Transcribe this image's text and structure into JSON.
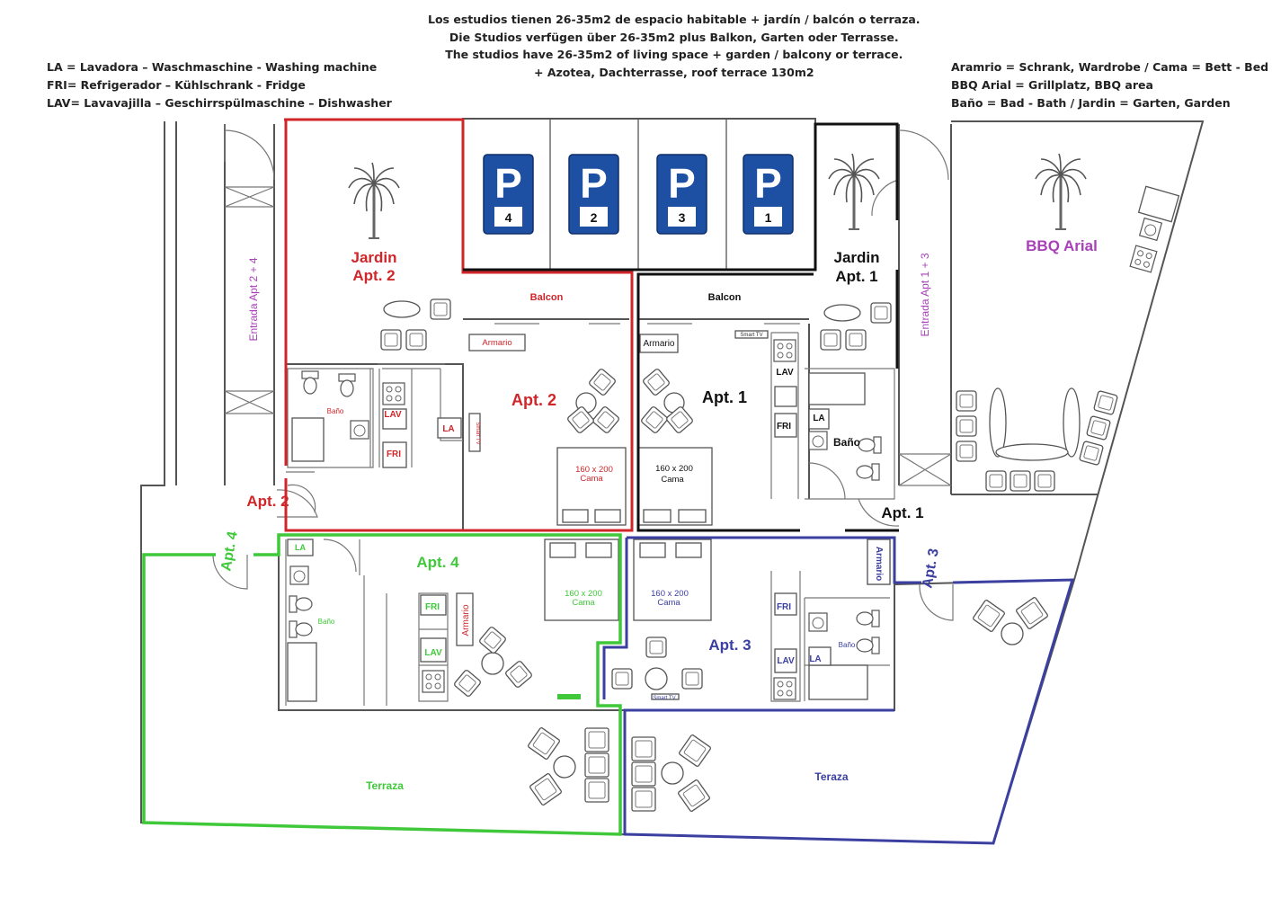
{
  "header": {
    "center": [
      "Los estudios tienen 26-35m2 de espacio habitable + jardín / balcón o terraza.",
      "Die Studios verfügen über 26-35m2 plus Balkon, Garten oder Terrasse.",
      "The studios have 26-35m2 of living space + garden / balcony or terrace.",
      "+ Azotea, Dachterrasse, roof terrace 130m2"
    ],
    "left": [
      "LA = Lavadora – Waschmaschine - Washing machine",
      "FRI= Refrigerador – Kühlschrank - Fridge",
      "LAV= Lavavajilla – Geschirrspülmaschine – Dishwasher"
    ],
    "right": [
      "Aramrio = Schrank, Wardrobe / Cama = Bett - Bed",
      "BBQ Arial = Grillplatz, BBQ area",
      "Baño = Bad - Bath / Jardin = Garten, Garden"
    ]
  },
  "colors": {
    "apt2": "#d0262a",
    "apt1": "#111111",
    "apt4": "#3fc93a",
    "apt3": "#3a3fa0",
    "bbq": "#a840b8",
    "entrance": "#a840b8",
    "parking": "#1d4fa3"
  },
  "parking": [
    {
      "letter": "P",
      "number": "4"
    },
    {
      "letter": "P",
      "number": "2"
    },
    {
      "letter": "P",
      "number": "3"
    },
    {
      "letter": "P",
      "number": "1"
    }
  ],
  "labels": {
    "jardin2_l1": "Jardin",
    "jardin2_l2": "Apt. 2",
    "jardin1_l1": "Jardin",
    "jardin1_l2": "Apt. 1",
    "bbq": "BBQ Arial",
    "entrada24": "Entrada Apt 2 + 4",
    "entrada13": "Entrada Apt 1 + 3",
    "balcon_left": "Balcon",
    "balcon_right": "Balcon",
    "apt2_title": "Apt. 2",
    "apt1_title": "Apt. 1",
    "apt2_door": "Apt. 2",
    "apt1_door": "Apt. 1",
    "apt4_door": "Apt. 4",
    "apt3_door": "Apt. 3",
    "apt4_title": "Apt. 4",
    "apt3_title": "Apt. 3",
    "armario_apt2": "Armario",
    "armario_apt1": "Armario",
    "armario_apt4": "Armario",
    "armario_apt3": "Armario",
    "smarttv_apt1": "Smart TV",
    "smarttv_apt2": "Smart TV",
    "smarttv_apt3": "Smart TV",
    "bano_apt2": "Baño",
    "bano_apt1": "Baño",
    "bano_apt4": "Baño",
    "bano_apt3": "Baño",
    "lav": "LAV",
    "fri": "FRI",
    "la": "LA",
    "bed_size": "160 x 200",
    "bed_word": "Cama",
    "terraza": "Terraza",
    "teraza": "Teraza"
  }
}
